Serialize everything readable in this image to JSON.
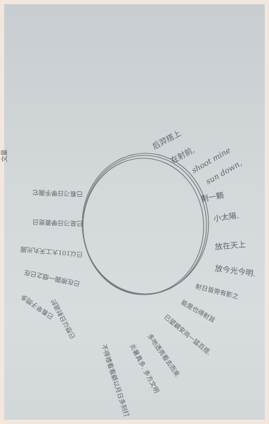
{
  "sketch": {
    "circle_label": "sun-outline",
    "colors": {
      "frame": "#f3e6dc",
      "paper_top": "#c7cdd0",
      "paper_bottom": "#d3d8da",
      "pencil": "#4b4f54"
    },
    "rays": [
      "后羿搭上",
      "在射前,",
      "shoot mine",
      "sun down,",
      "剩一顆",
      "小太陽.",
      "放在天上",
      "放今光今明.",
      "射日皆旁有影之",
      "能是也得射旨",
      "已望顧安尚一猛百搭.",
      "多地透亮看去而來",
      "炎暑真多. 多方文明",
      "不得禮看看顧以月日多刻打",
      "已想以日射過於",
      "已看早子問多",
      "已在擦圓一個之已在",
      "已以101大工天丸光圓",
      "已是刁日學要是日",
      "已看刁日學手園它",
      "文量"
    ]
  }
}
